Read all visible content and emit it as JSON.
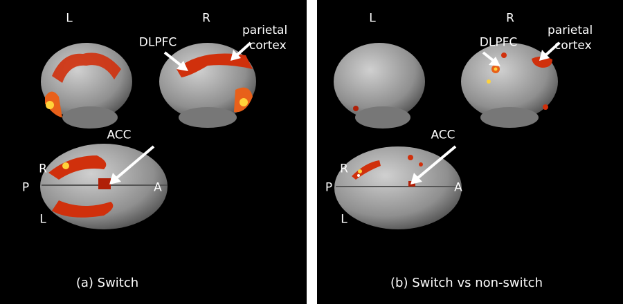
{
  "panels": [
    {
      "caption": "(a) Switch",
      "labels": {
        "left": "L",
        "right": "R",
        "dlpfc": "DLPFC",
        "parietal_1": "parietal",
        "parietal_2": "cortex",
        "acc": "ACC",
        "top_r": "R",
        "top_p": "P",
        "top_a": "A",
        "top_l": "L"
      }
    },
    {
      "caption": "(b) Switch vs non-switch",
      "labels": {
        "left": "L",
        "right": "R",
        "dlpfc": "DLPFC",
        "parietal_1": "parietal",
        "parietal_2": "cortex",
        "acc": "ACC",
        "top_r": "R",
        "top_p": "P",
        "top_a": "A",
        "top_l": "L"
      }
    }
  ],
  "colors": {
    "background": "#000000",
    "divider": "#ffffff",
    "brain": "#a8a8a8",
    "activation": "#d8300c",
    "activation_hot": "#ffd23a"
  }
}
